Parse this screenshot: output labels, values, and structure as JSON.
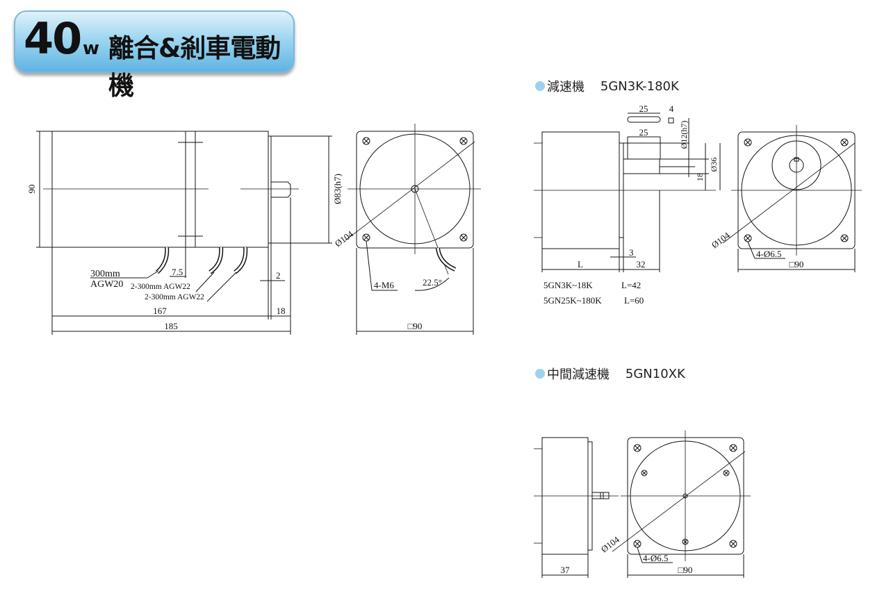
{
  "header": {
    "power_value": "40",
    "power_unit": "w",
    "title": "離合&剎車電動機",
    "colors": {
      "badge_light": "#dff2fb",
      "badge_dark": "#5fb4e2",
      "bullet": "#9fd0f0"
    }
  },
  "motor_drawing": {
    "dim_90": "90",
    "dim_shaft_dia": "Ø83(h7)",
    "lead_main_1": "300mm",
    "lead_main_2": "AGW20",
    "dim_7_5": "7.5",
    "lead_2_a": "2-300mm AGW22",
    "lead_2_b": "2-300mm AGW22",
    "dim_2": "2",
    "dim_167": "167",
    "dim_18": "18",
    "dim_185": "185"
  },
  "motor_front": {
    "dia_104": "Ø104",
    "holes": "4-M6",
    "angle": "22.5°",
    "square": "□90"
  },
  "gearhead": {
    "title_label": "減速機",
    "model": "5GN3K-180K",
    "dim_25_top": "25",
    "dim_4": "4",
    "dim_25": "25",
    "dim_12": "Ø12(h7)",
    "dim_36": "Ø36",
    "dim_18": "18",
    "dim_3": "3",
    "dim_L": "L",
    "dim_32": "32",
    "dia_104": "Ø104",
    "holes": "4-Ø6.5",
    "square": "□90",
    "length_rows": [
      {
        "range": "5GN3K~18K",
        "length": "L=42"
      },
      {
        "range": "5GN25K~180K",
        "length": "L=60"
      }
    ]
  },
  "intermediate": {
    "title_label": "中間減速機",
    "model": "5GN10XK",
    "dim_37": "37",
    "dia_104": "Ø104",
    "holes": "4-Ø6.5",
    "square": "□90"
  }
}
